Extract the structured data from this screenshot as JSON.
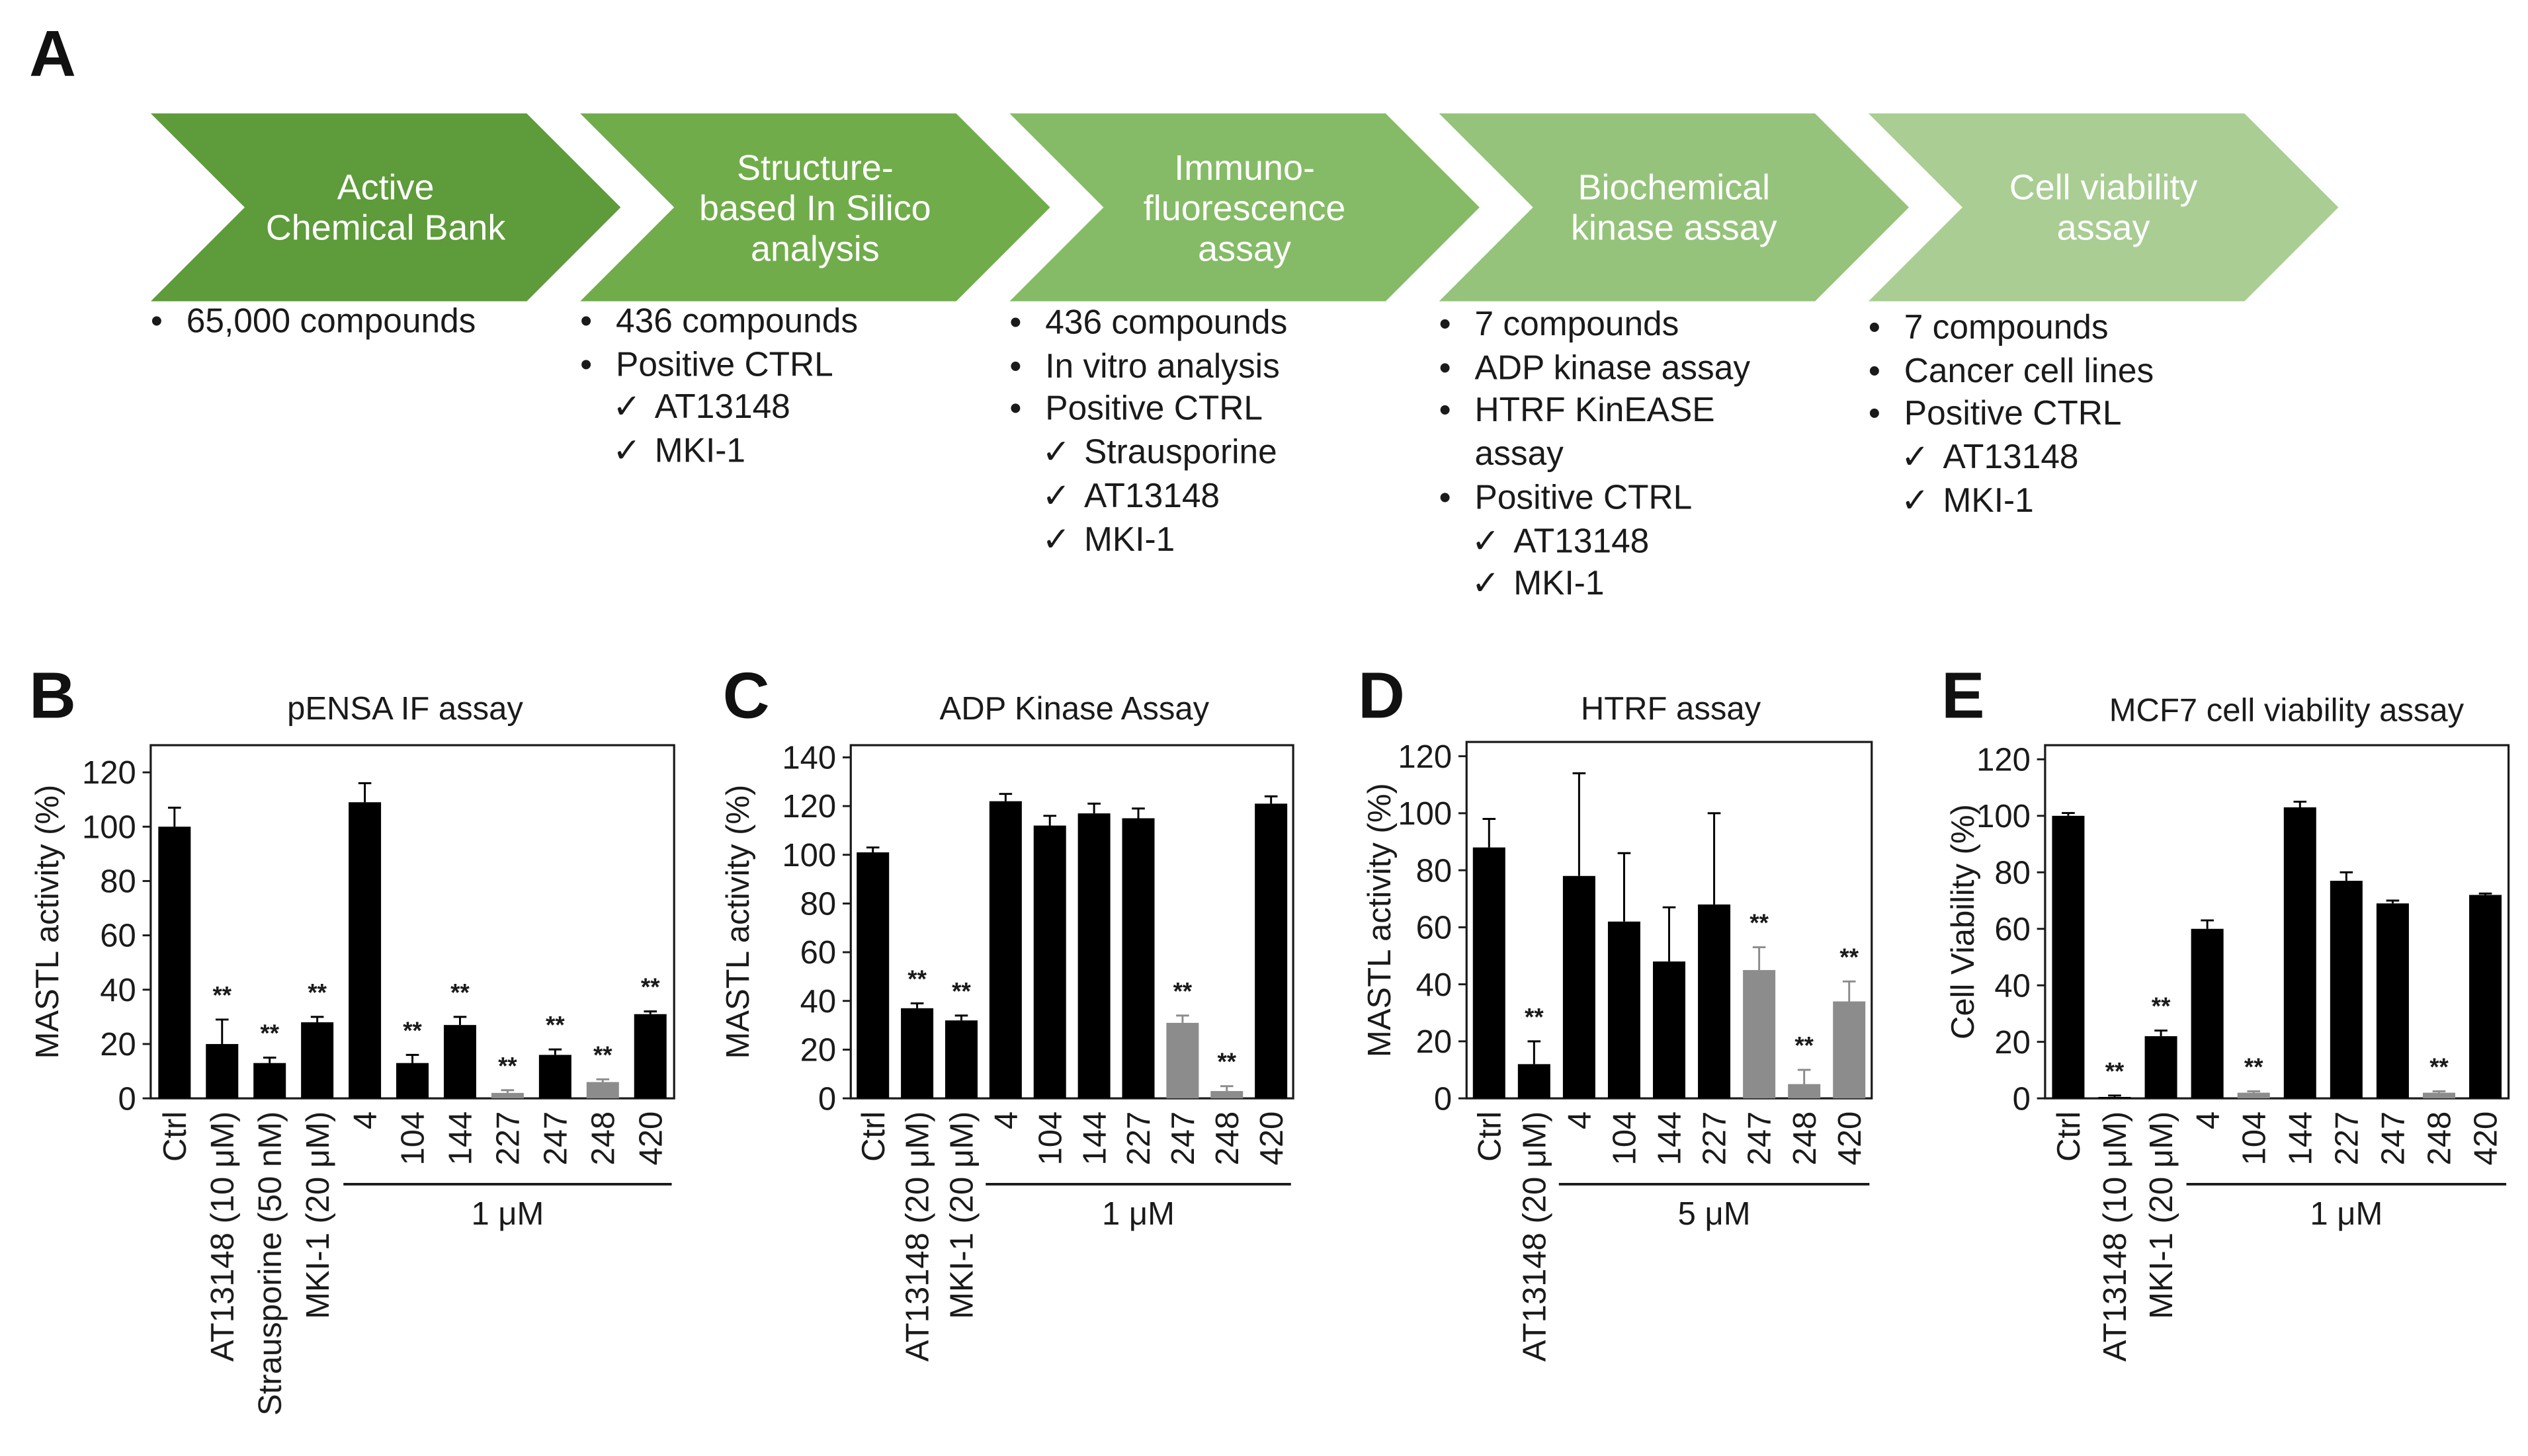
{
  "panel_labels": [
    "A",
    "B",
    "C",
    "D",
    "E"
  ],
  "workflow": {
    "steps": [
      {
        "label": "Active\nChemical Bank",
        "color": "#5e9b3a",
        "items": [
          {
            "kind": "bullet",
            "text": "65,000 compounds"
          }
        ]
      },
      {
        "label": "Structure-\nbased In Silico\nanalysis",
        "color": "#71ac4b",
        "items": [
          {
            "kind": "bullet",
            "text": "436 compounds"
          },
          {
            "kind": "bullet",
            "text": "Positive CTRL"
          },
          {
            "kind": "check",
            "text": "AT13148"
          },
          {
            "kind": "check",
            "text": "MKI-1"
          }
        ]
      },
      {
        "label": "Immuno-\nfluorescence\nassay",
        "color": "#85bb66",
        "items": [
          {
            "kind": "bullet",
            "text": "436 compounds"
          },
          {
            "kind": "bullet",
            "text": "In vitro analysis"
          },
          {
            "kind": "bullet",
            "text": "Positive CTRL"
          },
          {
            "kind": "check",
            "text": "Strausporine"
          },
          {
            "kind": "check",
            "text": "AT13148"
          },
          {
            "kind": "check",
            "text": "MKI-1"
          }
        ]
      },
      {
        "label": "Biochemical\nkinase assay",
        "color": "#96c37b",
        "items": [
          {
            "kind": "bullet",
            "text": "7 compounds"
          },
          {
            "kind": "bullet",
            "text": "ADP kinase assay"
          },
          {
            "kind": "bullet",
            "text": "HTRF KinEASE"
          },
          {
            "kind": "cont",
            "text": "assay"
          },
          {
            "kind": "bullet",
            "text": "Positive CTRL"
          },
          {
            "kind": "check",
            "text": "AT13148"
          },
          {
            "kind": "check",
            "text": "MKI-1"
          }
        ]
      },
      {
        "label": "Cell viability\nassay",
        "color": "#a9cd93",
        "items": [
          {
            "kind": "bullet",
            "text": "7 compounds"
          },
          {
            "kind": "bullet",
            "text": "Cancer cell lines"
          },
          {
            "kind": "bullet",
            "text": "Positive CTRL"
          },
          {
            "kind": "check",
            "text": "AT13148"
          },
          {
            "kind": "check",
            "text": "MKI-1"
          }
        ]
      }
    ]
  },
  "symbols": {
    "bullet": "•",
    "check": "✓"
  },
  "chart_data": [
    {
      "type": "bar",
      "title": "pENSA IF assay",
      "ylabel": "MASTL activity (%)",
      "ylim": [
        0,
        130
      ],
      "yticks": [
        0,
        20,
        40,
        60,
        80,
        100,
        120
      ],
      "categories": [
        "Ctrl",
        "AT13148 (10 μM)",
        "Strausporine (50 nM)",
        "MKI-1 (20 μM)",
        "4",
        "104",
        "144",
        "227",
        "247",
        "248",
        "420"
      ],
      "values": [
        100,
        20,
        13,
        28,
        109,
        13,
        27,
        2,
        16,
        6,
        31
      ],
      "errors": [
        7,
        9,
        2,
        2,
        7,
        3,
        3,
        1,
        2,
        1,
        1
      ],
      "significance": [
        "",
        "**",
        "**",
        "**",
        "",
        "**",
        "**",
        "**",
        "**",
        "**",
        "**"
      ],
      "gray": [
        false,
        false,
        false,
        false,
        false,
        false,
        false,
        true,
        false,
        true,
        false
      ],
      "group_label": "1 μM",
      "group_range": [
        4,
        10
      ]
    },
    {
      "type": "bar",
      "title": "ADP Kinase Assay",
      "ylabel": "MASTL activity (%)",
      "ylim": [
        0,
        145
      ],
      "yticks": [
        0,
        20,
        40,
        60,
        80,
        100,
        120,
        140
      ],
      "categories": [
        "Ctrl",
        "AT13148 (20 μM)",
        "MKI-1 (20 μM)",
        "4",
        "104",
        "144",
        "227",
        "247",
        "248",
        "420"
      ],
      "values": [
        101,
        37,
        32,
        122,
        112,
        117,
        115,
        31,
        3,
        121
      ],
      "errors": [
        2,
        2,
        2,
        3,
        4,
        4,
        4,
        3,
        2,
        3
      ],
      "significance": [
        "",
        "**",
        "**",
        "",
        "",
        "",
        "",
        "**",
        "**",
        ""
      ],
      "gray": [
        false,
        false,
        false,
        false,
        false,
        false,
        false,
        true,
        true,
        false
      ],
      "group_label": "1 μM",
      "group_range": [
        3,
        9
      ]
    },
    {
      "type": "bar",
      "title": "HTRF assay",
      "ylabel": "MASTL activity (%)",
      "ylim": [
        0,
        125
      ],
      "yticks": [
        0,
        20,
        40,
        60,
        80,
        100,
        120
      ],
      "categories": [
        "Ctrl",
        "AT13148 (20 μM)",
        "4",
        "104",
        "144",
        "227",
        "247",
        "248",
        "420"
      ],
      "values": [
        88,
        12,
        78,
        62,
        48,
        68,
        45,
        5,
        34
      ],
      "errors": [
        10,
        8,
        36,
        24,
        19,
        32,
        8,
        5,
        7
      ],
      "significance": [
        "",
        "**",
        "",
        "",
        "",
        "",
        "**",
        "**",
        "**"
      ],
      "gray": [
        false,
        false,
        false,
        false,
        false,
        false,
        true,
        true,
        true
      ],
      "group_label": "5 μM",
      "group_range": [
        2,
        8
      ]
    },
    {
      "type": "bar",
      "title": "MCF7 cell viability assay",
      "ylabel": "Cell Viability (%)",
      "ylim": [
        0,
        125
      ],
      "yticks": [
        0,
        20,
        40,
        60,
        80,
        100,
        120
      ],
      "categories": [
        "Ctrl",
        "AT13148 (10 μM)",
        "MKI-1 (20 μM)",
        "4",
        "104",
        "144",
        "227",
        "247",
        "248",
        "420"
      ],
      "values": [
        100,
        0.5,
        22,
        60,
        2,
        103,
        77,
        69,
        2,
        72
      ],
      "errors": [
        1,
        0.5,
        2,
        3,
        0.5,
        2,
        3,
        1,
        0.5,
        0.5
      ],
      "significance": [
        "",
        "**",
        "**",
        "",
        "**",
        "",
        "",
        "",
        "**",
        ""
      ],
      "gray": [
        false,
        false,
        false,
        false,
        true,
        false,
        false,
        false,
        true,
        false
      ],
      "group_label": "1 μM",
      "group_range": [
        3,
        9
      ]
    }
  ]
}
